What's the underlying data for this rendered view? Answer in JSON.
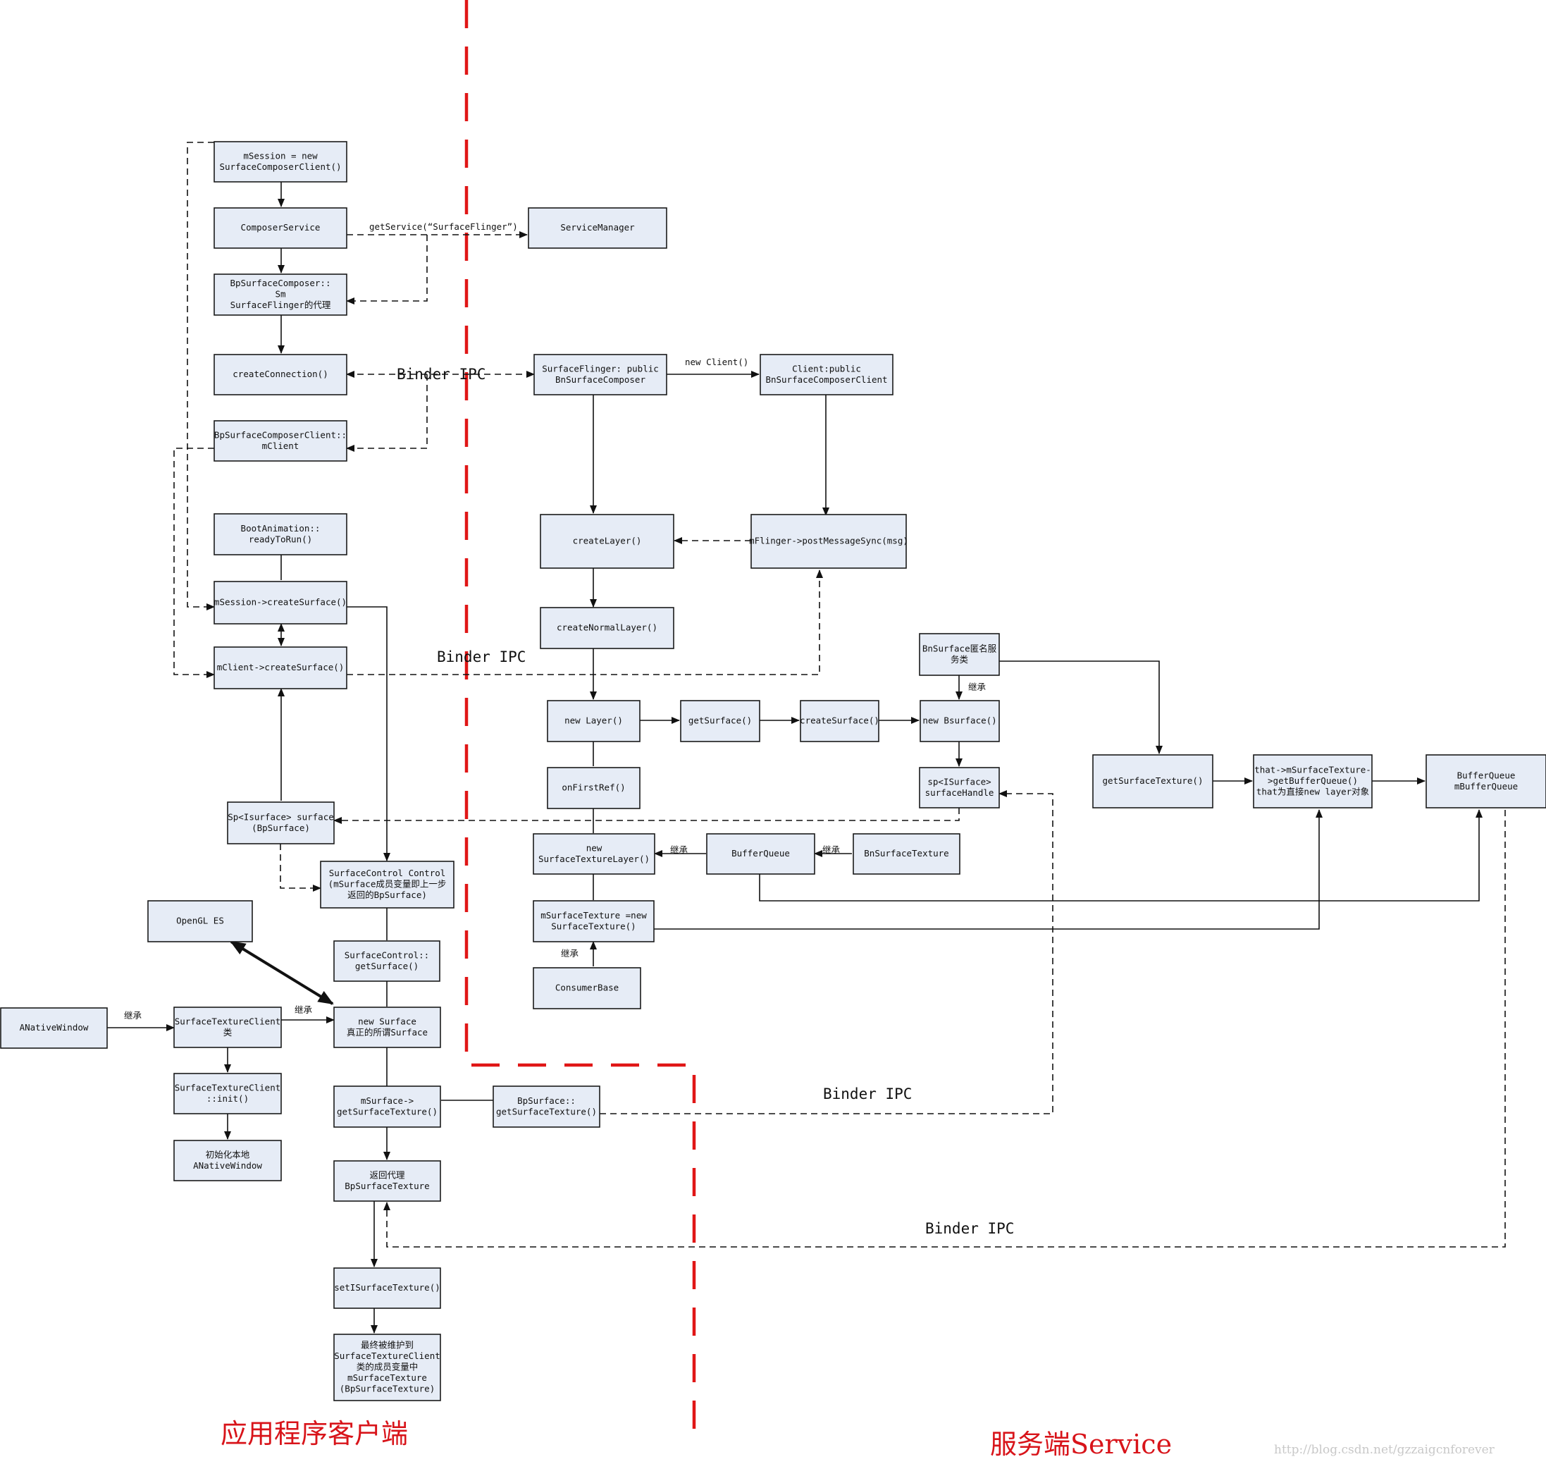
{
  "diagram": {
    "nodes": {
      "msession_new": [
        "mSession = new",
        "SurfaceComposerClient()"
      ],
      "composer_service": [
        "ComposerService"
      ],
      "service_manager": [
        "ServiceManager"
      ],
      "bp_surface_composer": [
        "BpSurfaceComposer::",
        "Sm",
        "SurfaceFlinger的代理"
      ],
      "create_connection": [
        "createConnection()"
      ],
      "surfaceflinger": [
        "SurfaceFlinger: public",
        "BnSurfaceComposer"
      ],
      "client_public": [
        "Client:public",
        "BnSurfaceComposerClient"
      ],
      "bp_composer_client": [
        "BpSurfaceComposerClient::",
        "mClient"
      ],
      "boot_animation": [
        "BootAnimation::",
        "readyToRun()"
      ],
      "create_layer": [
        "createLayer()"
      ],
      "mflinger_post": [
        "mFlinger->postMessageSync(msg)"
      ],
      "msession_create": [
        "mSession->createSurface()"
      ],
      "create_normal_layer": [
        "createNormalLayer()"
      ],
      "bnsurface_anon": [
        "BnSurface匿名服",
        "务类"
      ],
      "mclient_create": [
        "mClient->createSurface()"
      ],
      "new_layer": [
        "new Layer()"
      ],
      "get_surface": [
        "getSurface()"
      ],
      "create_surface_srv": [
        "createSurface()"
      ],
      "new_bsurface": [
        "new Bsurface()"
      ],
      "on_first_ref": [
        "onFirstRef()"
      ],
      "sp_isurface_handle": [
        "sp<ISurface>",
        "surfaceHandle"
      ],
      "get_surface_texture_srv": [
        "getSurfaceTexture()"
      ],
      "that_msurface_texture": [
        "that->mSurfaceTexture-",
        ">getBufferQueue()",
        "that为直接new layer对象"
      ],
      "buffer_queue_m": [
        "BufferQueue",
        "mBufferQueue"
      ],
      "sp_isurface_surface": [
        "Sp<Isurface> surface",
        "(BpSurface)"
      ],
      "new_surface_texture_layer": [
        "new",
        "SurfaceTextureLayer()"
      ],
      "buffer_queue": [
        "BufferQueue"
      ],
      "bn_surface_texture": [
        "BnSurfaceTexture"
      ],
      "surface_control": [
        "SurfaceControl Control",
        "(mSurface成员变量即上一步",
        "返回的BpSurface)"
      ],
      "opengl_es": [
        "OpenGL ES"
      ],
      "msurface_texture_new": [
        "mSurfaceTexture =new",
        "SurfaceTexture()"
      ],
      "surface_control_get": [
        "SurfaceControl::",
        "getSurface()"
      ],
      "consumer_base": [
        "ConsumerBase"
      ],
      "anative_window": [
        "ANativeWindow"
      ],
      "surface_texture_client": [
        "SurfaceTextureClient",
        "类"
      ],
      "new_surface": [
        "new Surface",
        "真正的所谓Surface"
      ],
      "surface_texture_client_init": [
        "SurfaceTextureClient",
        "::init()"
      ],
      "msurface_get_texture": [
        "mSurface->",
        "getSurfaceTexture()"
      ],
      "bpsurface_get_texture": [
        "BpSurface::",
        "getSurfaceTexture()"
      ],
      "init_anative_window": [
        "初始化本地",
        "ANativeWindow"
      ],
      "return_proxy": [
        "返回代理",
        "BpSurfaceTexture"
      ],
      "set_isurface_texture": [
        "setISurfaceTexture()"
      ],
      "final_maintained": [
        "最终被维护到",
        "SurfaceTextureClient",
        "类的成员变量中",
        "mSurfaceTexture",
        "(BpSurfaceTexture)"
      ]
    },
    "edge_labels": {
      "get_service": "getService(“SurfaceFlinger”)",
      "new_client": "new Client()",
      "inherit": "继承",
      "binder_ipc": "Binder IPC"
    },
    "regions": {
      "client": "应用程序客户端",
      "server": "服务端Service"
    },
    "watermark": "http://blog.csdn.net/gzzaigcnforever",
    "colors": {
      "box_fill": "#e6ecf6",
      "divider": "#e01616",
      "region_text": "#d8141a"
    }
  }
}
